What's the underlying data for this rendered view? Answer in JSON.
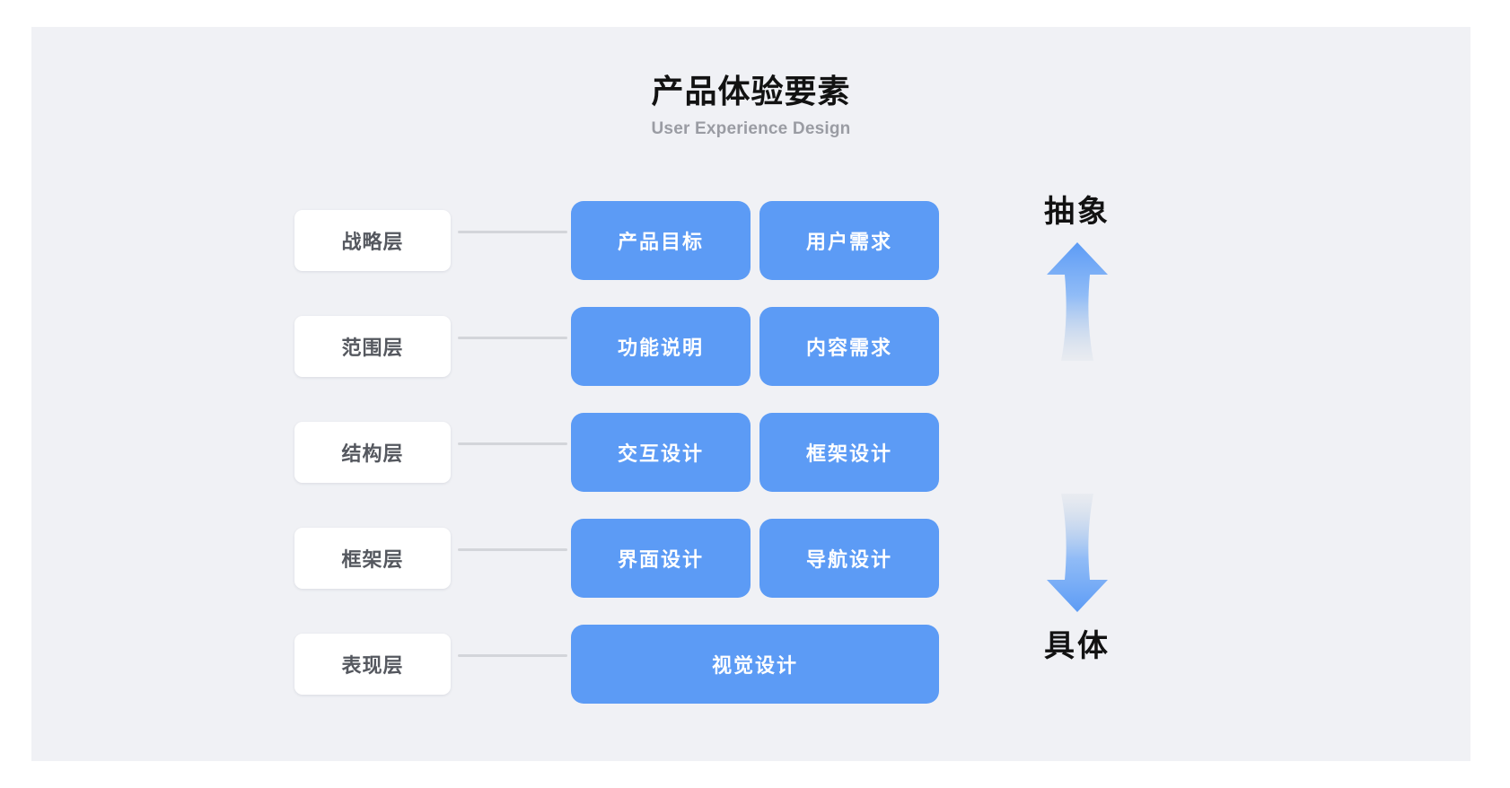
{
  "page": {
    "background": "#ffffff",
    "panel_background": "#f0f1f5"
  },
  "header": {
    "title": "产品体验要素",
    "subtitle": "User Experience Design"
  },
  "colors": {
    "card_blue": "#5c9bf5",
    "chip_white": "#ffffff",
    "chip_text": "#55585f",
    "connector_gray": "#d3d5da",
    "title_black": "#121212",
    "subtitle_gray": "#9a9ca3",
    "arrow_blue": "#5c9bf5"
  },
  "diagram": {
    "rows": [
      {
        "layer": "战略层",
        "cards": [
          {
            "label": "产品目标",
            "span": 1
          },
          {
            "label": "用户需求",
            "span": 1
          }
        ]
      },
      {
        "layer": "范围层",
        "cards": [
          {
            "label": "功能说明",
            "span": 1
          },
          {
            "label": "内容需求",
            "span": 1
          }
        ]
      },
      {
        "layer": "结构层",
        "cards": [
          {
            "label": "交互设计",
            "span": 1
          },
          {
            "label": "框架设计",
            "span": 1
          }
        ]
      },
      {
        "layer": "框架层",
        "cards": [
          {
            "label": "界面设计",
            "span": 1
          },
          {
            "label": "导航设计",
            "span": 1
          }
        ]
      },
      {
        "layer": "表现层",
        "cards": [
          {
            "label": "视觉设计",
            "span": 2
          }
        ]
      }
    ]
  },
  "axis": {
    "top_label": "抽象",
    "bottom_label": "具体",
    "up_arrow_icon": "arrow-up-icon",
    "down_arrow_icon": "arrow-down-icon"
  }
}
